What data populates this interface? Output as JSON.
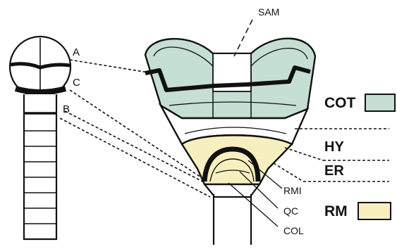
{
  "colors": {
    "cotyledon_fill": "#c5dfd2",
    "root_meristem_fill": "#f7efbf",
    "outline": "#111111",
    "background": "#ffffff"
  },
  "labels": {
    "sam": "SAM",
    "a": "A",
    "b": "B",
    "c": "C",
    "hy": "HY",
    "er": "ER",
    "rmi": "RMI",
    "qc": "QC",
    "col": "COL"
  },
  "legend": {
    "cot": "COT",
    "rm": "RM"
  }
}
